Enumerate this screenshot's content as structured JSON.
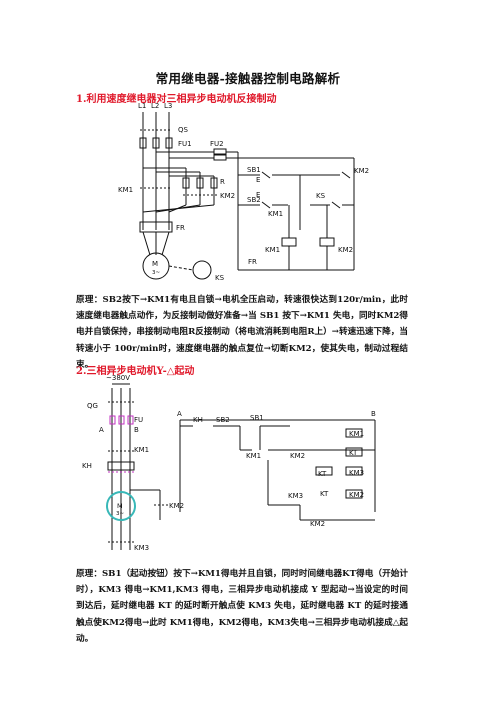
{
  "document": {
    "title": "常用继电器-接触器控制电路解析",
    "section1": {
      "heading": "1.利用速度继电器对三相异步电动机反接制动",
      "text": "原理：SB2按下→KM1有电且自锁→电机全压启动，转速很快达到120r/min，此时速度继电器触点动作，为反接制动做好准备→当 SB1 按下→KM1 失电，同时KM2得电并自锁保持，串接制动电阻R反接制动（将电流消耗到电阻R上）→转速迅速下降，当转速小于 100r/min时，速度继电器的触点复位→切断KM2，使其失电，制动过程结束。",
      "diagram_labels": {
        "L1": "L1",
        "L2": "L2",
        "L3": "L3",
        "QS": "QS",
        "FU1": "FU1",
        "FU2": "FU2",
        "R": "R",
        "KM1": "KM1",
        "KM2": "KM2",
        "FR": "FR",
        "M": "M",
        "M3": "3~",
        "KS": "KS",
        "SB1": "SB1",
        "SB2": "SB2",
        "E": "E"
      }
    },
    "section2": {
      "heading": "2.三相异步电动机Y-△起动",
      "text": "原理：SB1（起动按钮）按下→KM1得电并且自锁，同时时间继电器KT得电（开始计时），KM3 得电→KM1,KM3 得电，三相异步电动机接成 Y 型起动→当设定的时间到达后，延时继电器 KT 的延时断开触点使 KM3 失电，延时继电器 KT 的延时接通触点使KM2得电→此时 KM1得电，KM2得电，KM3失电→三相异步电动机接成△起动。",
      "diagram_labels": {
        "V380": "~380V",
        "QG": "QG",
        "FU": "FU",
        "A": "A",
        "B": "B",
        "KM1": "KM1",
        "KH": "KH",
        "M": "M",
        "M3": "3~",
        "KM2": "KM2",
        "KM3": "KM3",
        "SB1": "SB1",
        "SB2": "SB2",
        "KT": "KT"
      }
    }
  },
  "colors": {
    "heading": "#e0182a",
    "fuse_box": "#c030c0"
  }
}
